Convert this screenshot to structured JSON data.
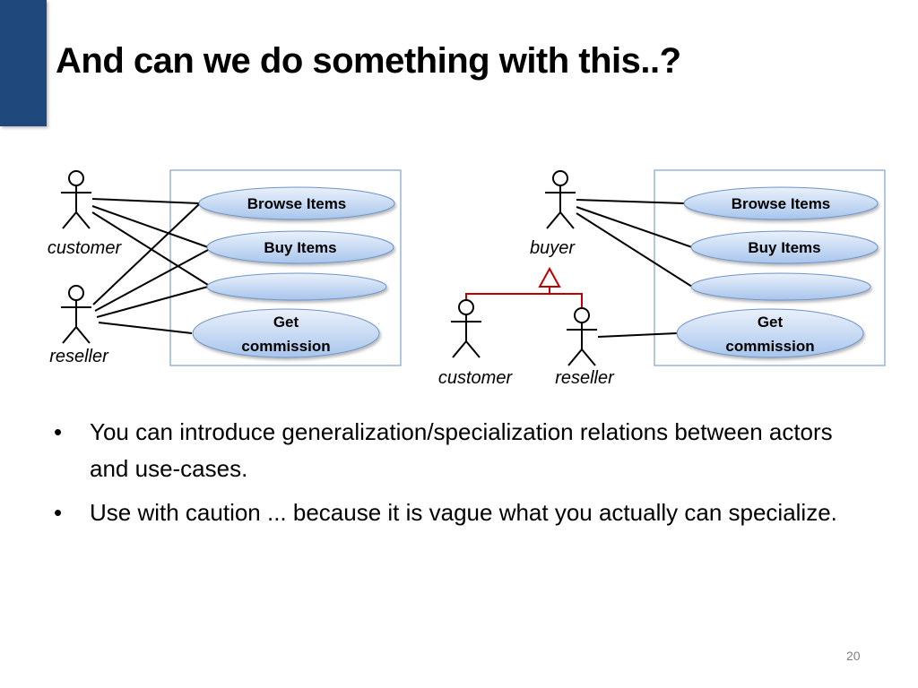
{
  "slide": {
    "title": "And can we do something with this..?",
    "page_number": "20",
    "accent_color": "#1f497d"
  },
  "diagram_left": {
    "actors": {
      "customer": "customer",
      "reseller": "reseller"
    },
    "use_cases": {
      "browse_items": "Browse Items",
      "buy_items": "Buy Items",
      "unnamed": "",
      "get_commission_line1": "Get",
      "get_commission_line2": "commission"
    }
  },
  "diagram_right": {
    "actors": {
      "buyer": "buyer",
      "customer": "customer",
      "reseller": "reseller"
    },
    "use_cases": {
      "browse_items": "Browse Items",
      "buy_items": "Buy Items",
      "unnamed": "",
      "get_commission_line1": "Get",
      "get_commission_line2": "commission"
    },
    "generalization_color": "#c00000"
  },
  "bullets": [
    "You can introduce generalization/specialization relations between actors and use-cases.",
    "Use with caution ... because it is vague what you actually can specialize."
  ],
  "colors": {
    "system_border": "#7fa2cc",
    "ellipse_fill_top": "#eaf1fb",
    "ellipse_fill_bottom": "#a8c5ec",
    "ellipse_stroke": "#6f94c7"
  }
}
